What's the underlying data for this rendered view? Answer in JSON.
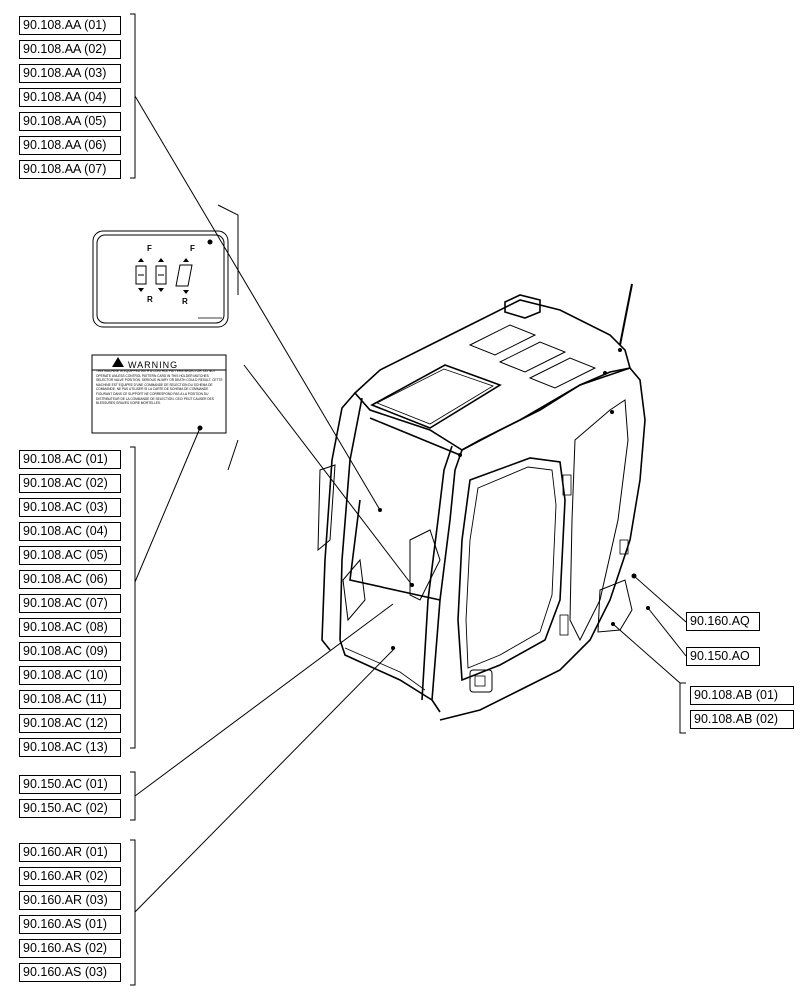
{
  "groups": {
    "aa": [
      "90.108.AA (01)",
      "90.108.AA (02)",
      "90.108.AA (03)",
      "90.108.AA (04)",
      "90.108.AA (05)",
      "90.108.AA (06)",
      "90.108.AA (07)"
    ],
    "ac": [
      "90.108.AC (01)",
      "90.108.AC (02)",
      "90.108.AC (03)",
      "90.108.AC (04)",
      "90.108.AC (05)",
      "90.108.AC (06)",
      "90.108.AC (07)",
      "90.108.AC (08)",
      "90.108.AC (09)",
      "90.108.AC (10)",
      "90.108.AC (11)",
      "90.108.AC (12)",
      "90.108.AC (13)"
    ],
    "ac150": [
      "90.150.AC (01)",
      "90.150.AC (02)"
    ],
    "ar_as": [
      "90.160.AR (01)",
      "90.160.AR (02)",
      "90.160.AR (03)",
      "90.160.AS (01)",
      "90.160.AS (02)",
      "90.160.AS (03)"
    ],
    "ab": [
      "90.108.AB (01)",
      "90.108.AB (02)"
    ]
  },
  "single": {
    "aq": "90.160.AQ",
    "ao": "90.150.AO"
  },
  "decal": {
    "pattern_letters": [
      "F",
      "R",
      "F",
      "R"
    ],
    "warning_title": "WARNING",
    "warning_text": "THIS MACHINE IS EQUIPPED WITH A CONTROL PATTERN SELECTOR. DO NOT OPERATE UNLESS CONTROL PATTERN CARD IN THIS HOLDER MATCHES SELECTOR VALVE POSITION. SERIOUS INJURY OR DEATH COULD RESULT. CETTE MACHINE EST EQUIPEE D'UNE COMMANDE DE SELECTION DU SCHEMA DE COMMANDE. NE PAS UTILISER SI LA CARTE DE SCHEMA DE COMMANDE FIGURANT DANS CE SUPPORT NE CORRESPOND PAS A LA POSITION DU DISTRIBUTEUR DE LA COMMANDE DE SELECTION. CECI PEUT CAUSER DES BLESSURES GRAVES VOIRE MORTELLES."
  }
}
